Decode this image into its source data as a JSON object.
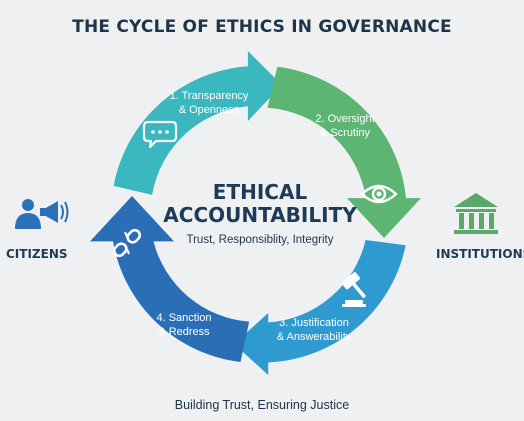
{
  "title": "THE CYCLE OF ETHICS IN GOVERNANCE",
  "center": {
    "title_line1": "ETHICAL",
    "title_line2": "ACCOUNTABILITY",
    "subtitle": "Trust, Responsiblity, Integrity"
  },
  "stages": [
    {
      "line1": "1. Transparency",
      "line2": "& Openness",
      "icon": "speech-bubble-icon",
      "color": "#3bb7c0"
    },
    {
      "line1": "2. Oversight",
      "line2": "& Scrutiny",
      "icon": "eye-icon",
      "color": "#5db574"
    },
    {
      "line1": "3. Justification",
      "line2": "& Answerability",
      "icon": "gavel-icon",
      "color": "#2e9ad0"
    },
    {
      "line1": "4. Sanction",
      "line2": "& Redress",
      "icon": "broken-chain-icon",
      "color": "#2a6fb5"
    }
  ],
  "left_actor": {
    "label": "CITIZENS",
    "icon": "person-megaphone-icon"
  },
  "right_actor": {
    "label": "INSTITUTIONS",
    "icon": "institution-building-icon"
  },
  "footer": "Building Trust, Ensuring Justice"
}
